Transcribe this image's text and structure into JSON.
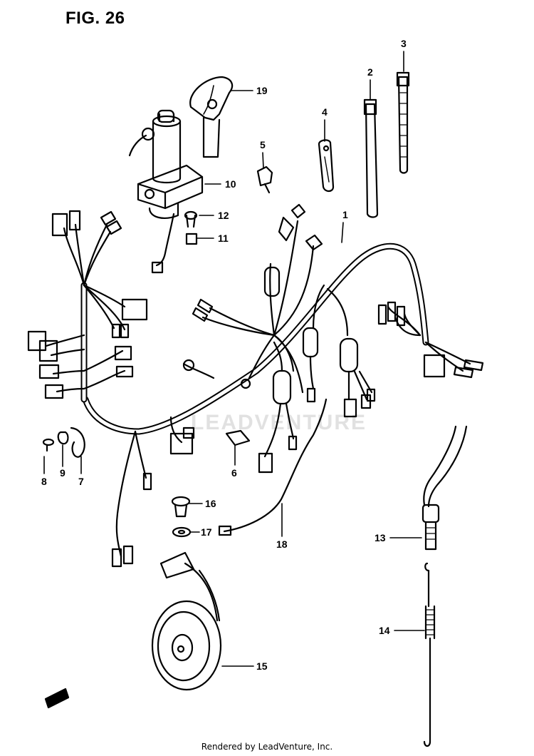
{
  "figure": {
    "title": "FIG. 26"
  },
  "watermark": "LEADVENTURE",
  "footer": "Rendered by LeadVenture, Inc.",
  "callouts": [
    {
      "id": "c1",
      "label": "1"
    },
    {
      "id": "c2",
      "label": "2"
    },
    {
      "id": "c3",
      "label": "3"
    },
    {
      "id": "c4",
      "label": "4"
    },
    {
      "id": "c5",
      "label": "5"
    },
    {
      "id": "c6",
      "label": "6"
    },
    {
      "id": "c7",
      "label": "7"
    },
    {
      "id": "c8",
      "label": "8"
    },
    {
      "id": "c9",
      "label": "9"
    },
    {
      "id": "c10",
      "label": "10"
    },
    {
      "id": "c11",
      "label": "11"
    },
    {
      "id": "c12",
      "label": "12"
    },
    {
      "id": "c13",
      "label": "13"
    },
    {
      "id": "c14",
      "label": "14"
    },
    {
      "id": "c15",
      "label": "15"
    },
    {
      "id": "c16",
      "label": "16"
    },
    {
      "id": "c17",
      "label": "17"
    },
    {
      "id": "c18",
      "label": "18"
    },
    {
      "id": "c19",
      "label": "19"
    }
  ],
  "colors": {
    "line": "#000000",
    "background": "#ffffff"
  }
}
